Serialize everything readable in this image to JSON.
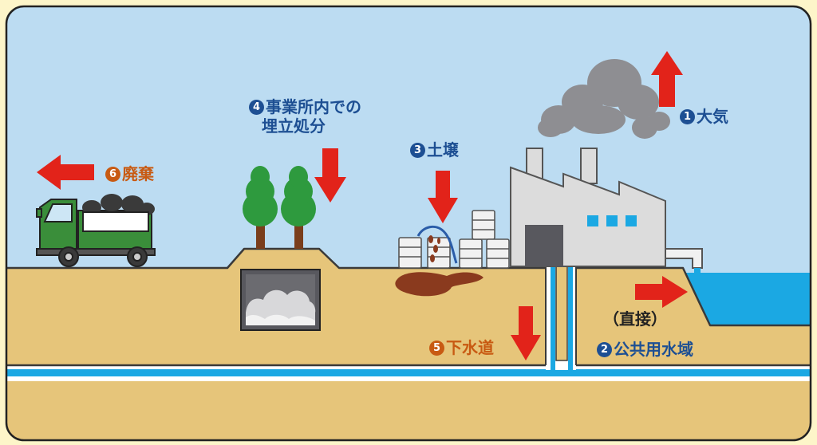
{
  "labels": {
    "atmosphere": {
      "num": "1",
      "text": "大気"
    },
    "public_water": {
      "num": "2",
      "text": "公共用水域"
    },
    "direct": {
      "text": "（直接）"
    },
    "soil": {
      "num": "3",
      "text": "土壌"
    },
    "landfill": {
      "num": "4",
      "line1": "事業所内での",
      "line2": "埋立処分"
    },
    "sewer": {
      "num": "5",
      "text": "下水道"
    },
    "disposal": {
      "num": "6",
      "text": "廃棄"
    }
  },
  "colors": {
    "sky": "#bcdcf2",
    "ground": "#e6c57a",
    "water": "#1ba8e3",
    "arrow": "#e2231a",
    "label_blue": "#1d4f93",
    "label_orange": "#c85a12"
  }
}
